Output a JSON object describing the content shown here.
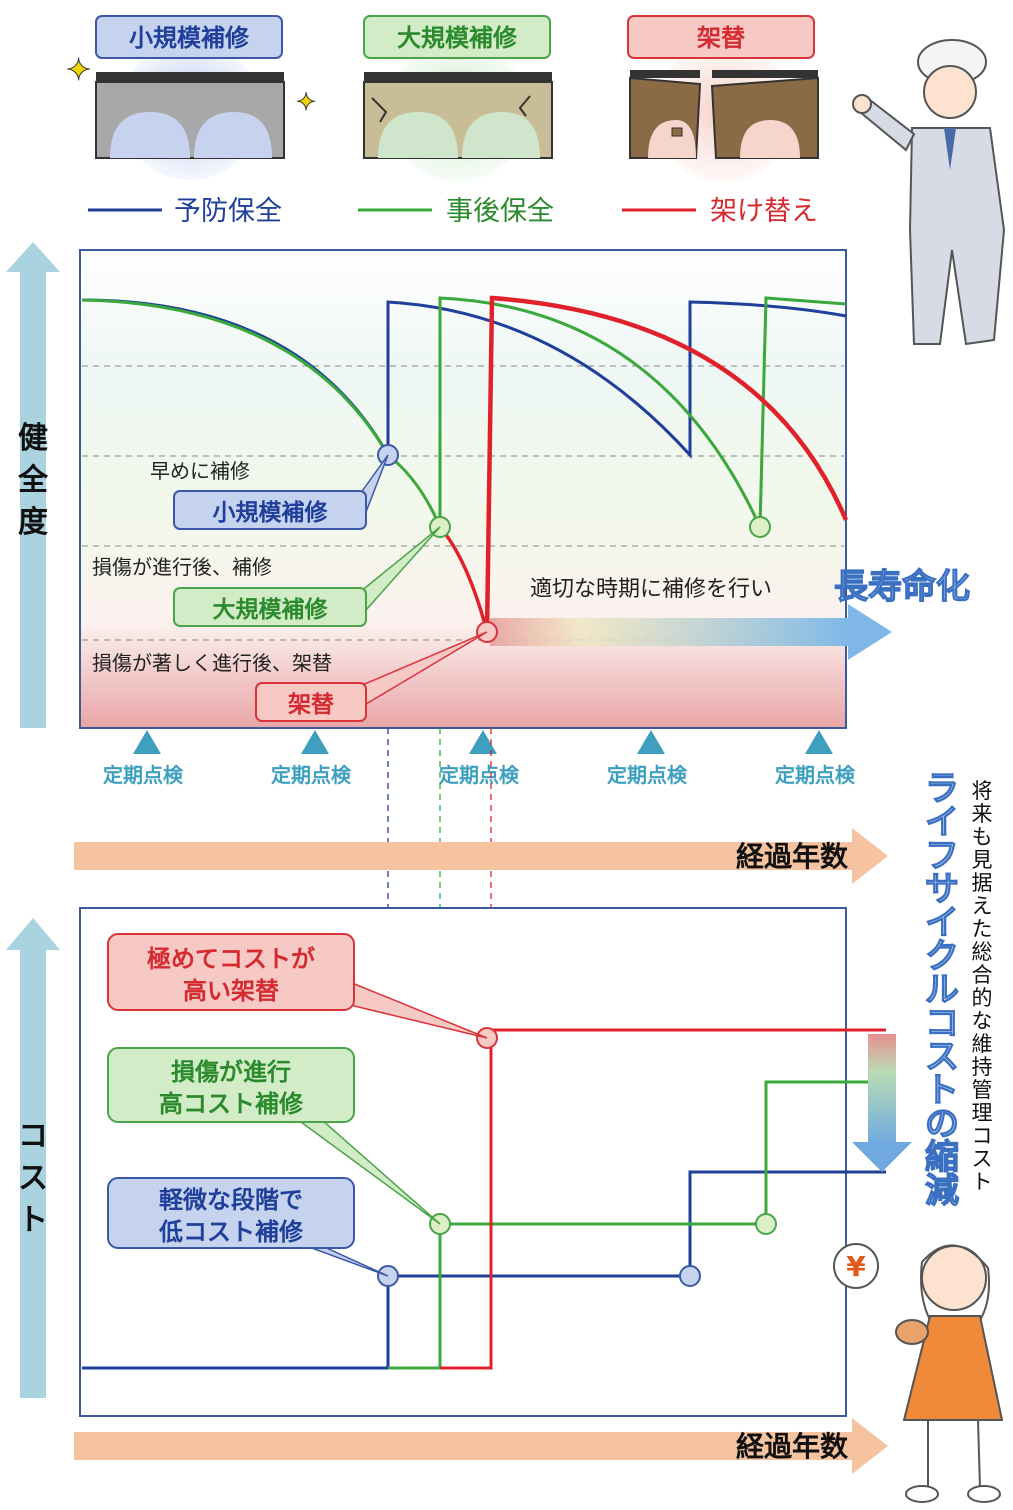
{
  "colors": {
    "preventive": "#1f3f9a",
    "corrective": "#3aa83a",
    "replacement": "#e0202a",
    "axis_arrow": "#a9d3df",
    "year_arrow": "#f6c3a1"
  },
  "top_labels": {
    "minor_repair": "小規模補修",
    "major_repair": "大規模補修",
    "replacement": "架替"
  },
  "legend": {
    "preventive": "予防保全",
    "corrective": "事後保全",
    "replacement": "架け替え"
  },
  "health_chart": {
    "y_axis_label": "健全度",
    "notes": {
      "early": "早めに補修",
      "after_progress": "損傷が進行後、補修",
      "after_severe": "損傷が著しく進行後、架替"
    },
    "callouts": {
      "minor": "小規模補修",
      "major": "大規模補修",
      "replace": "架替"
    },
    "long_life_text": "適切な時期に補修を行い",
    "long_life_emphasis": "長寿命化",
    "inspection_label": "定期点検",
    "inspections": [
      "定期点検",
      "定期点検",
      "定期点検",
      "定期点検",
      "定期点検"
    ],
    "x_axis_label": "経過年数"
  },
  "cost_chart": {
    "y_axis_label": "コスト",
    "callout_replace": [
      "極めてコストが",
      "高い架替"
    ],
    "callout_major": [
      "損傷が進行",
      "高コスト補修"
    ],
    "callout_minor": [
      "軽微な段階で",
      "低コスト補修"
    ],
    "x_axis_label": "経過年数"
  },
  "side_text": {
    "total_cost": "将来も見据えた総合的な維持管理コスト",
    "lcc_reduction": "ライフサイクルコストの縮減"
  },
  "icons": {
    "yen": "¥"
  }
}
